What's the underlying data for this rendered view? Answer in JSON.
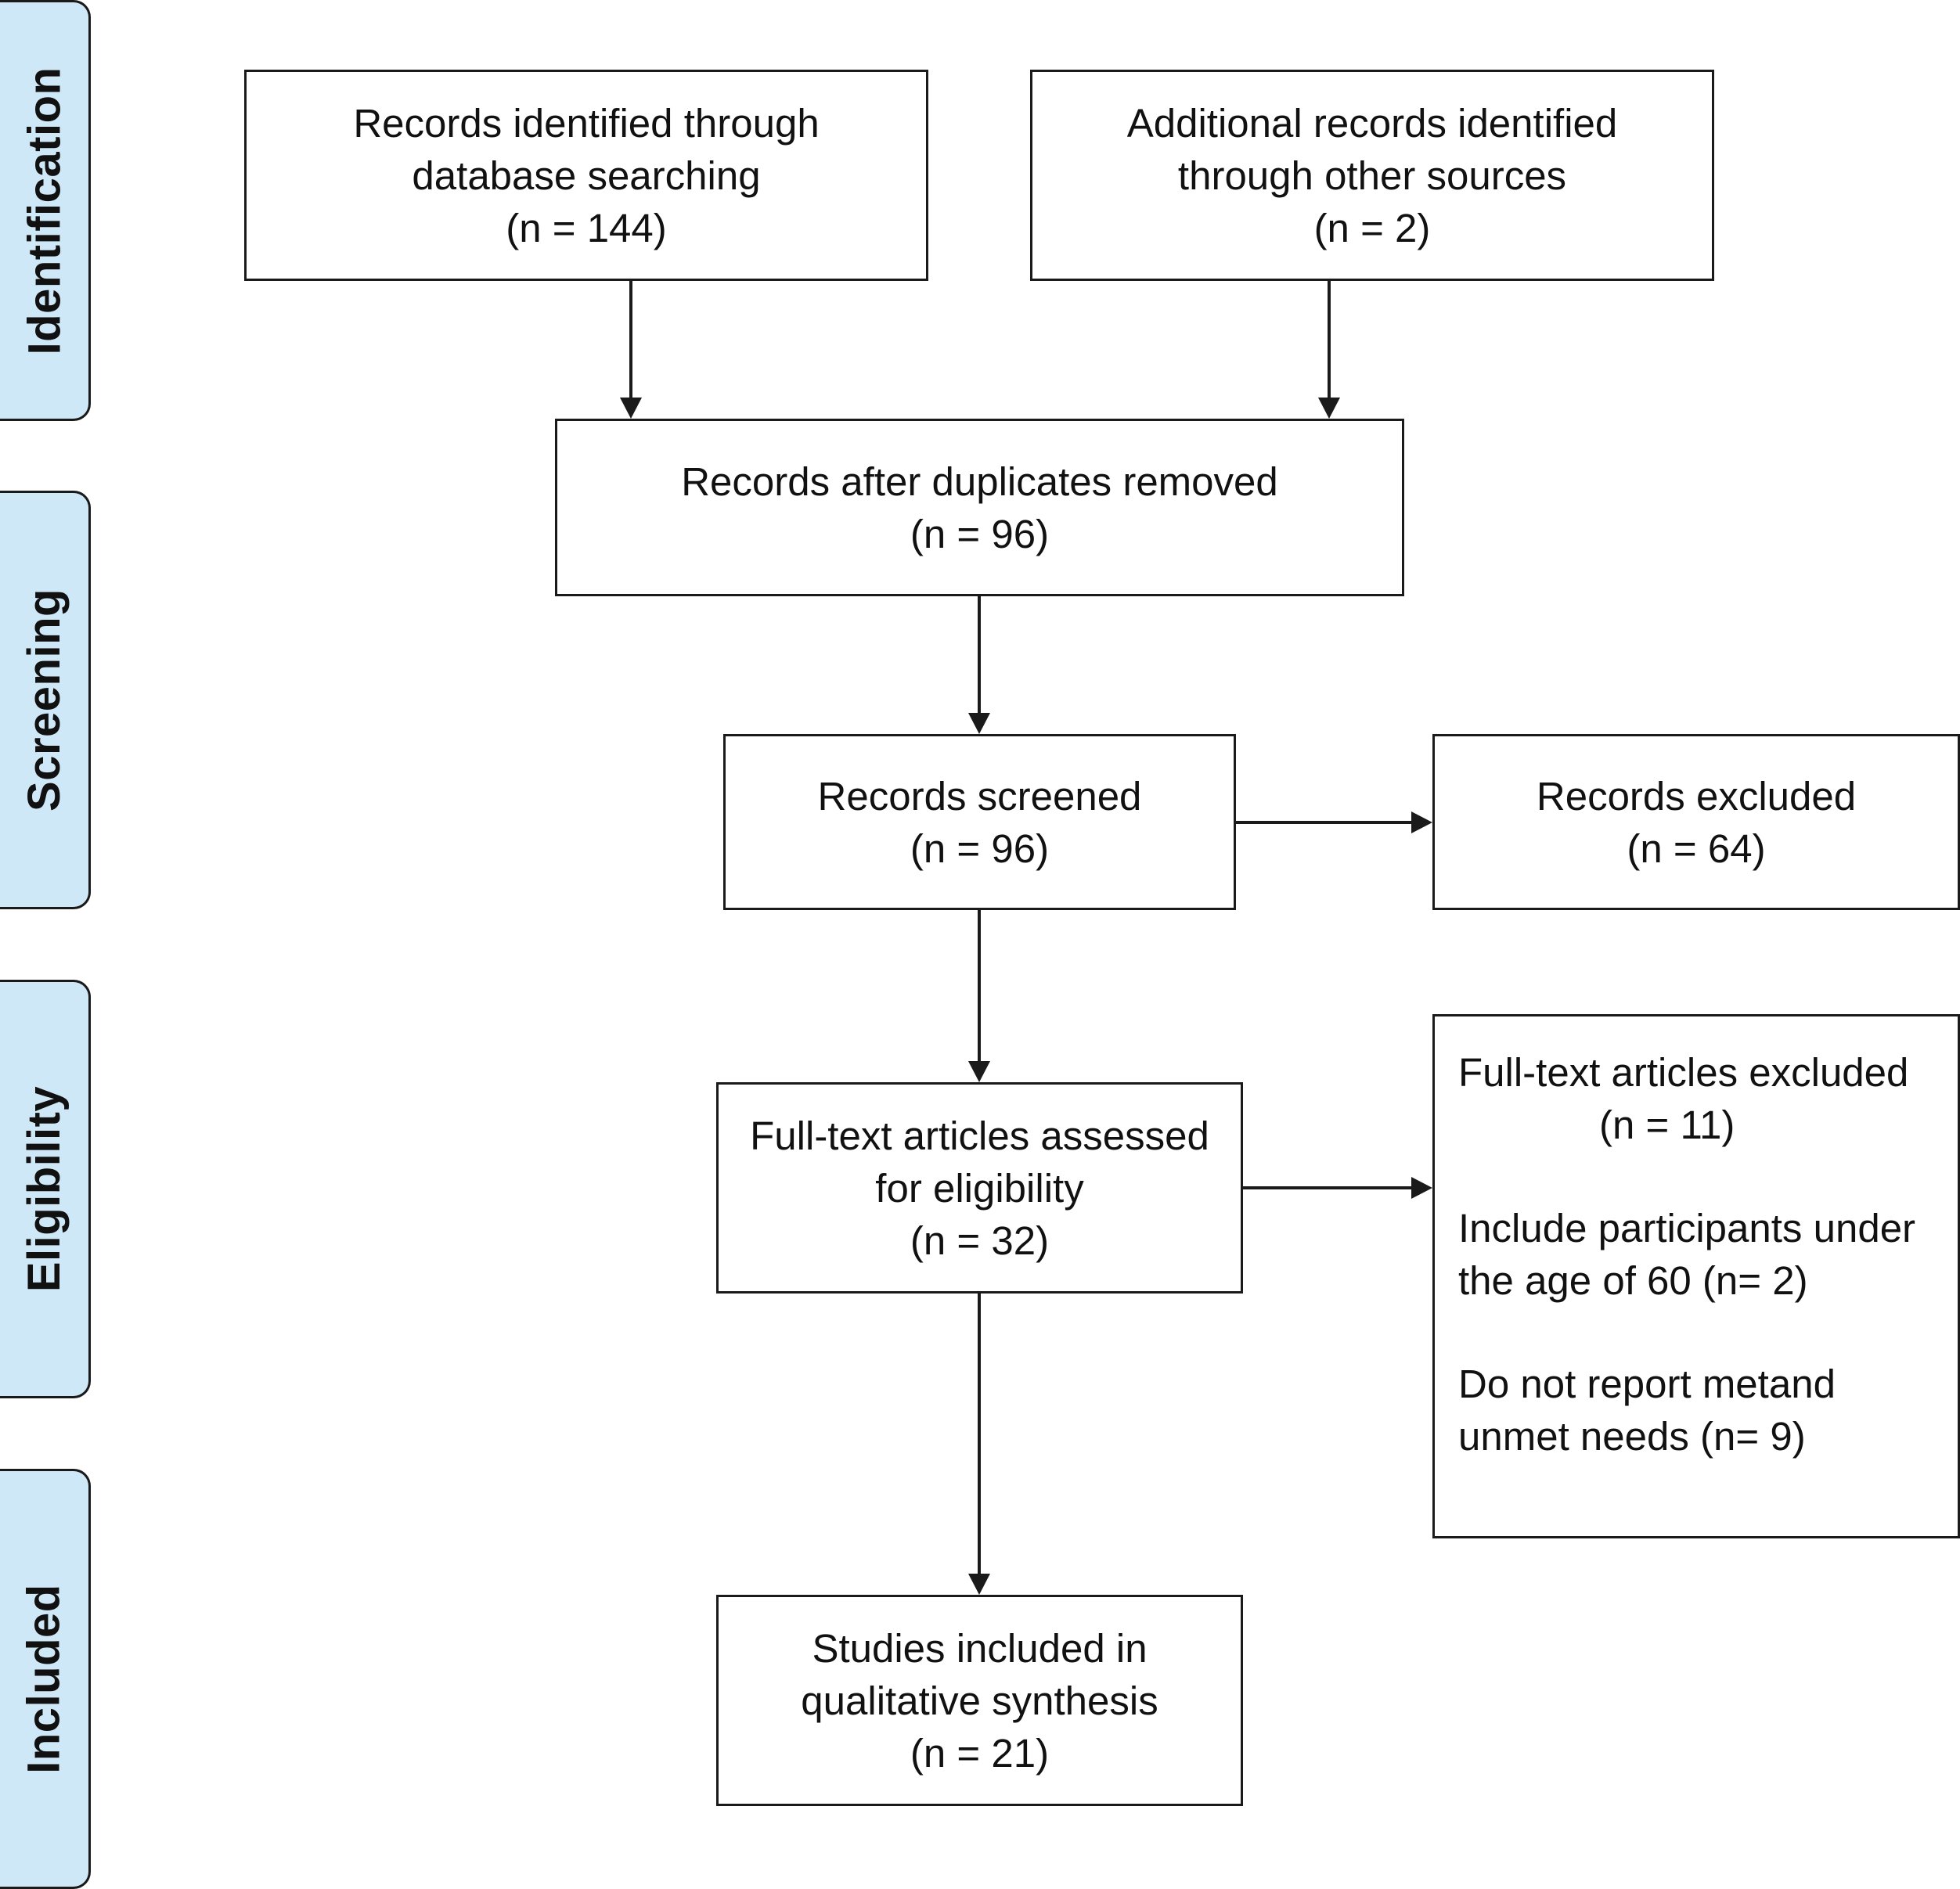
{
  "stages": {
    "identification": "Identification",
    "screening": "Screening",
    "eligibility": "Eligibility",
    "included": "Included"
  },
  "identification": {
    "database": {
      "line1": "Records identified through",
      "line2": "database searching",
      "count": "(n = 144)"
    },
    "other": {
      "line1": "Additional records identified",
      "line2": "through other sources",
      "count": "(n = 2)"
    }
  },
  "screening": {
    "after_duplicates": {
      "line1": "Records after duplicates removed",
      "count": "(n = 96)"
    },
    "screened": {
      "line1": "Records screened",
      "count": "(n = 96)"
    },
    "excluded": {
      "line1": "Records excluded",
      "count": "(n = 64)"
    }
  },
  "eligibility": {
    "assessed": {
      "line1": "Full-text articles assessed",
      "line2": "for eligibility",
      "count": "(n = 32)"
    },
    "excluded": {
      "title": "Full-text articles excluded",
      "count": "(n = 11)",
      "reason1_line1": "Include participants under",
      "reason1_line2": "the age of 60 (n= 2)",
      "reason2_line1": "Do not report metand",
      "reason2_line2": "unmet needs (n= 9)"
    }
  },
  "included": {
    "studies": {
      "line1": "Studies included in",
      "line2": "qualitative synthesis",
      "count": "(n = 21)"
    }
  },
  "colors": {
    "stage_fill": "#cfe8f8",
    "line": "#1a1a1a"
  }
}
